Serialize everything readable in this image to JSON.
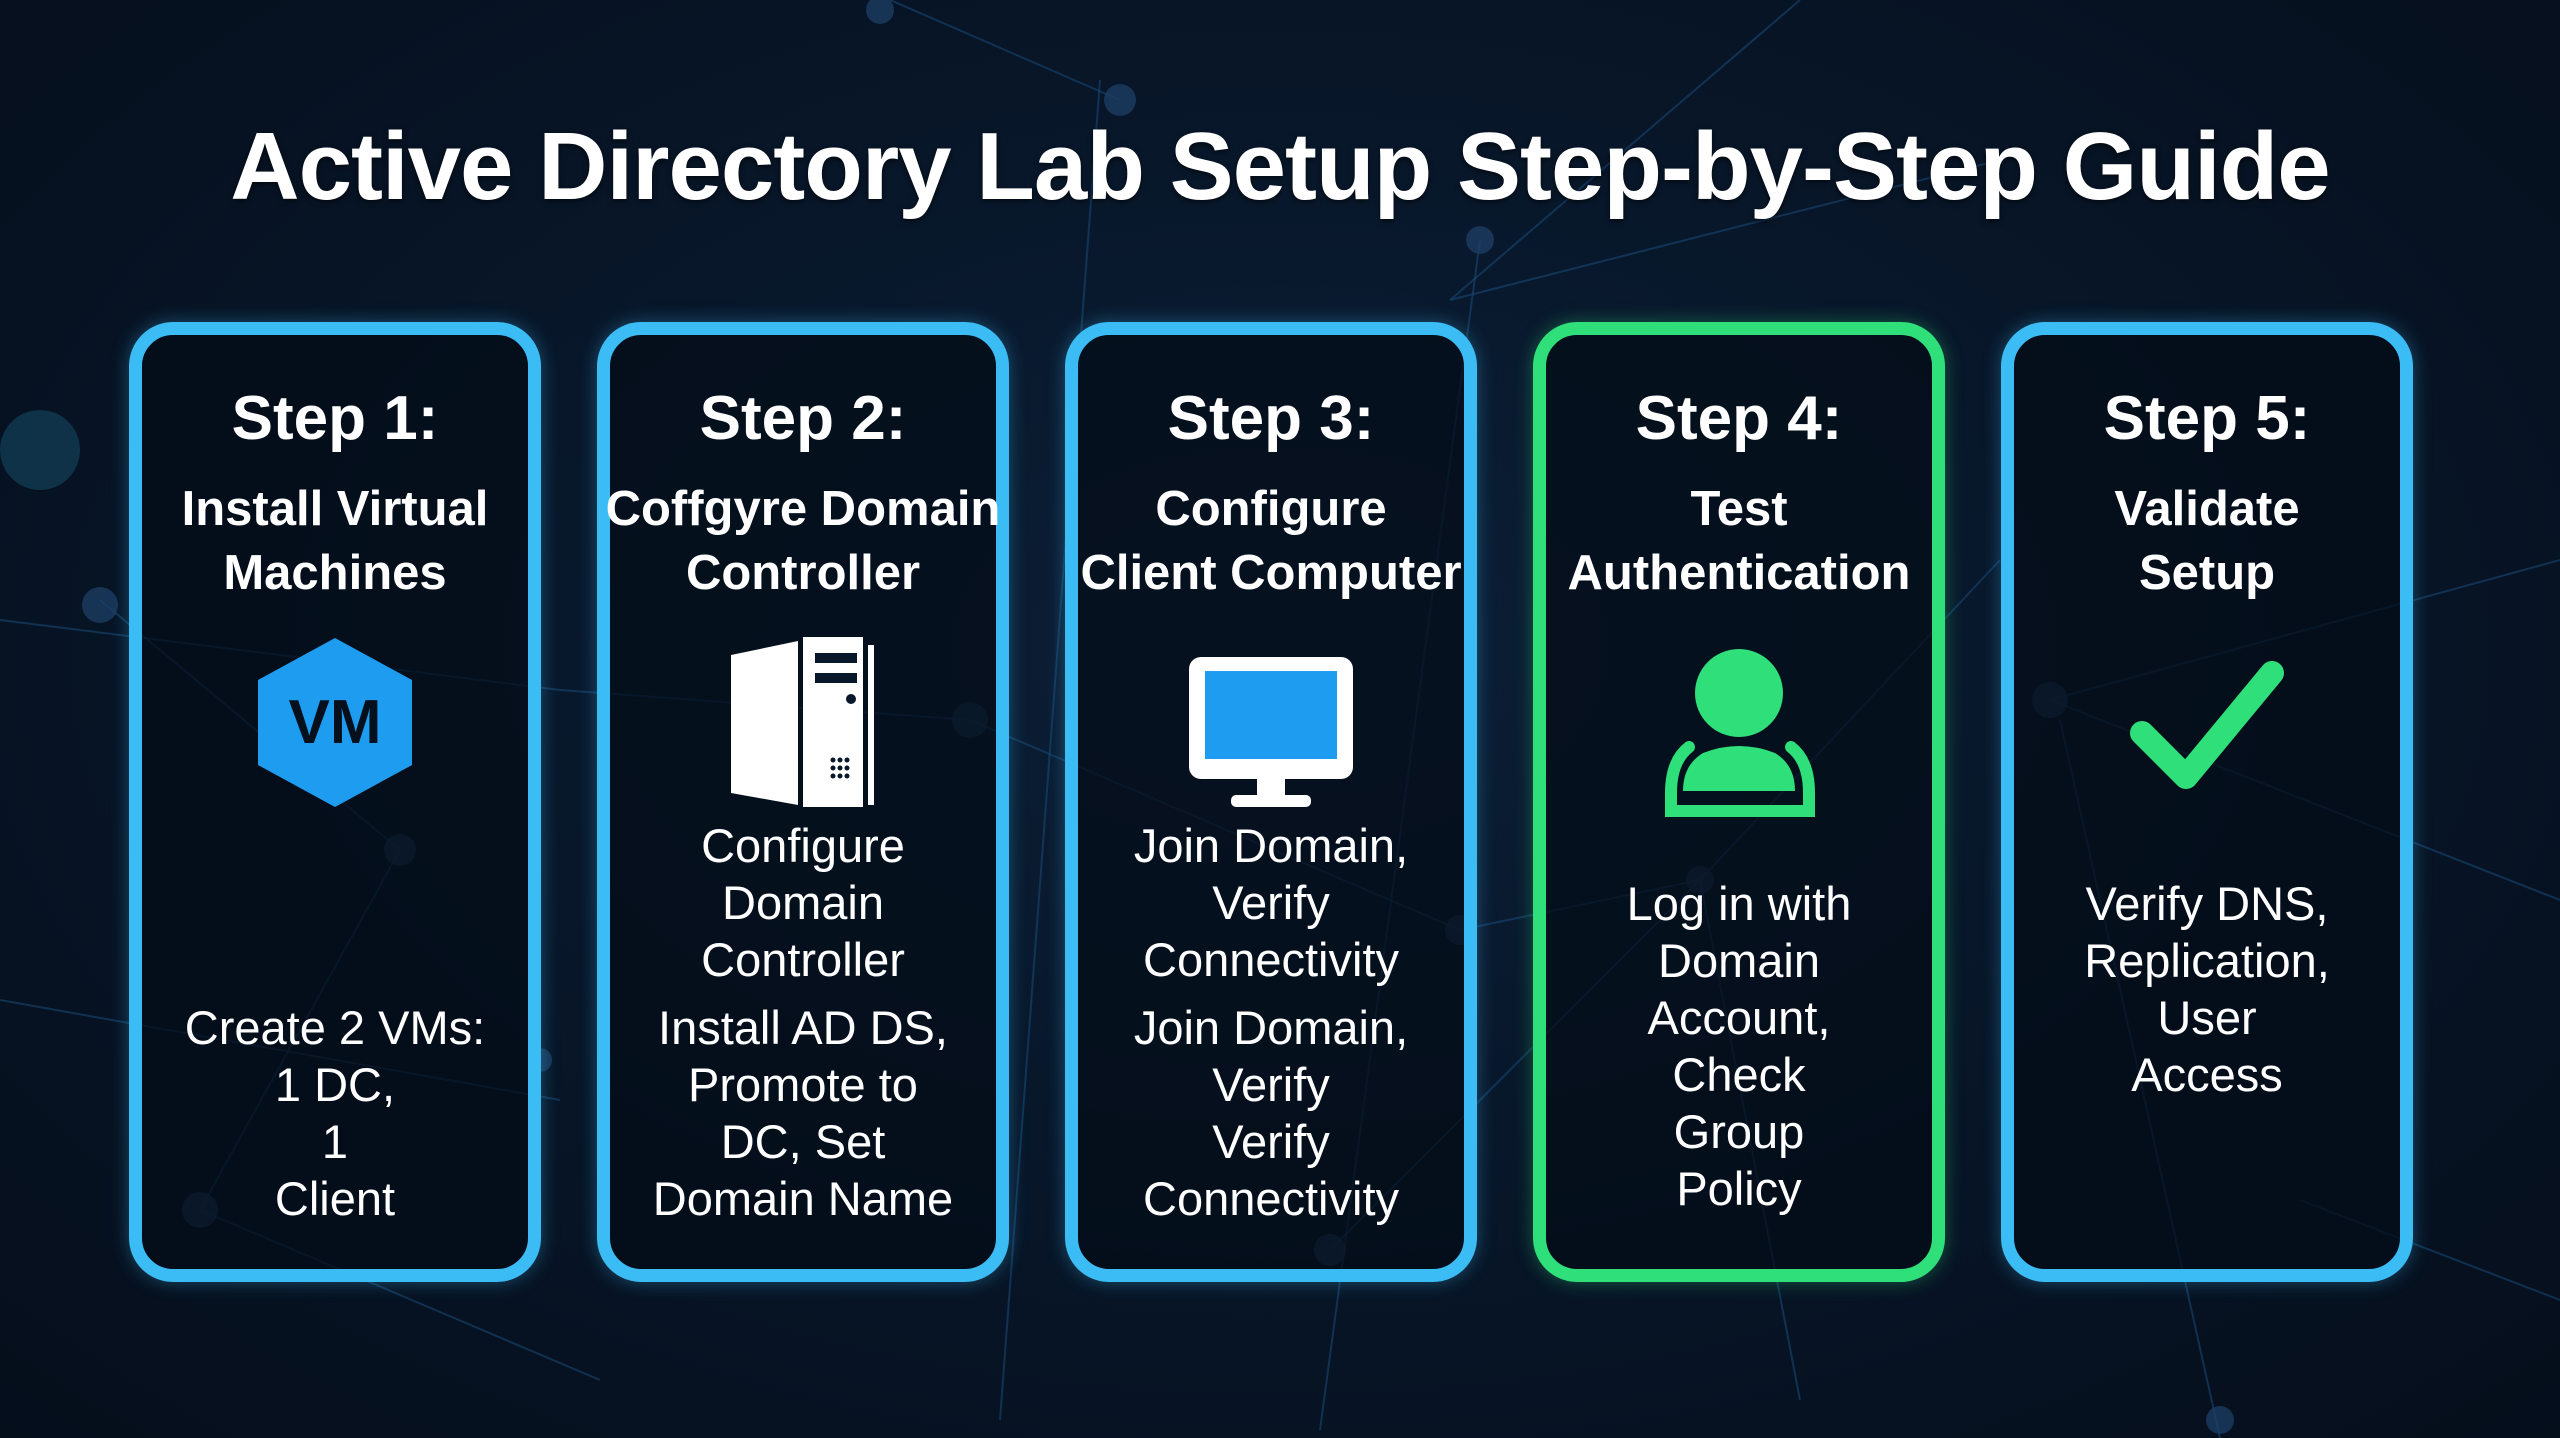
{
  "title": "Active Directory Lab Setup Step-by-Step Guide",
  "colors": {
    "background": "#07152a",
    "card_border_blue": "#3bbcf5",
    "card_border_green": "#2fe07a",
    "icon_blue": "#1e9cf0",
    "icon_green": "#2fe07a",
    "text": "#ffffff"
  },
  "steps": [
    {
      "label": "Step 1:",
      "title": "Install Virtual\nMachines",
      "icon": "vm-hexagon-icon",
      "icon_text": "VM",
      "desc_primary": "",
      "desc_secondary": "Create 2 VMs:\n1 DC,\n1\nClient",
      "highlight": false
    },
    {
      "label": "Step 2:",
      "title": "Coffgyre Domain\nController",
      "icon": "server-tower-icon",
      "desc_primary": "Configure\nDomain\nController",
      "desc_secondary": "Install AD DS,\nPromote to\nDC, Set\nDomain Name",
      "highlight": false
    },
    {
      "label": "Step 3:",
      "title": "Configure\nClient Computer",
      "icon": "desktop-monitor-icon",
      "desc_primary": "Join Domain,\nVerify\nConnectivity",
      "desc_secondary": "Join Domain,\nVerify\nVerify\nConnectivity",
      "highlight": false
    },
    {
      "label": "Step 4:",
      "title": "Test\nAuthentication",
      "icon": "user-icon",
      "desc_primary": "",
      "desc_secondary": "Log in with\nDomain\nAccount,\nCheck\nGroup\nPolicy",
      "highlight": true
    },
    {
      "label": "Step 5:",
      "title": "Validate\nSetup",
      "icon": "checkmark-icon",
      "desc_primary": "",
      "desc_secondary": "Verify DNS,\nReplication,\nUser\nAccess",
      "highlight": false
    }
  ]
}
